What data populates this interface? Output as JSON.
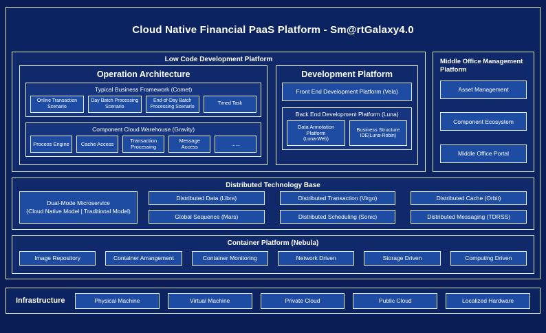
{
  "title": "Cloud Native Financial PaaS Platform - Sm@rtGalaxy4.0",
  "colors": {
    "page_background": "#0a1d55",
    "panel_background": "#0c2361",
    "node_background": "#1e4ca3",
    "border": "#e8eef8",
    "text": "#ffffff"
  },
  "low_code": {
    "title": "Low Code Development Platform",
    "operation_architecture": {
      "title": "Operation Architecture",
      "comet": {
        "title": "Typical Business Framework (Comet)",
        "items": [
          "Online Transaction Scenario",
          "Day Batch Processing Scenario",
          "End-of-Day Batch Processing Scenario",
          "Timed Task"
        ]
      },
      "gravity": {
        "title": "Component Cloud Warehouse (Gravity)",
        "items": [
          "Process Engine",
          "Cache Access",
          "Transaction Processing",
          "Message Access",
          "......"
        ]
      }
    },
    "development_platform": {
      "title": "Development Platform",
      "vela": "Front End Development Platform (Vela)",
      "luna": {
        "title": "Back End Development Platform (Luna)",
        "items": [
          {
            "name": "Data Annotation Platform",
            "sub": "(Luna-Web)"
          },
          {
            "name": "Business Structure",
            "sub": "IDE(Luna-Robin)"
          }
        ]
      }
    }
  },
  "middle_office": {
    "title": "Middle Office Management Platform",
    "items": [
      "Asset Management",
      "Component Ecosystem",
      "Middle Office Portal"
    ]
  },
  "distributed": {
    "title": "Distributed Technology Base",
    "dual_mode": {
      "name": "Dual-Mode Microservice",
      "sub": "(Cloud Native Model | Traditional Model)"
    },
    "rows": [
      [
        "Distributed Data (Libra)",
        "Distributed Transaction (Virgo)",
        "Distributed Cache (Orbit)"
      ],
      [
        "Global Sequence (Mars)",
        "Distributed Scheduling (Sonic)",
        "Distributed Messaging (TDRSS)"
      ]
    ]
  },
  "container_platform": {
    "title": "Container Platform (Nebula)",
    "items": [
      "Image Repository",
      "Container Arrangement",
      "Container Monitoring",
      "Network Driven",
      "Storage Driven",
      "Computing Driven"
    ]
  },
  "infrastructure": {
    "title": "Infrastructure",
    "items": [
      "Physical Machine",
      "Virtual Machine",
      "Private Cloud",
      "Public Cloud",
      "Localized Hardware"
    ]
  }
}
